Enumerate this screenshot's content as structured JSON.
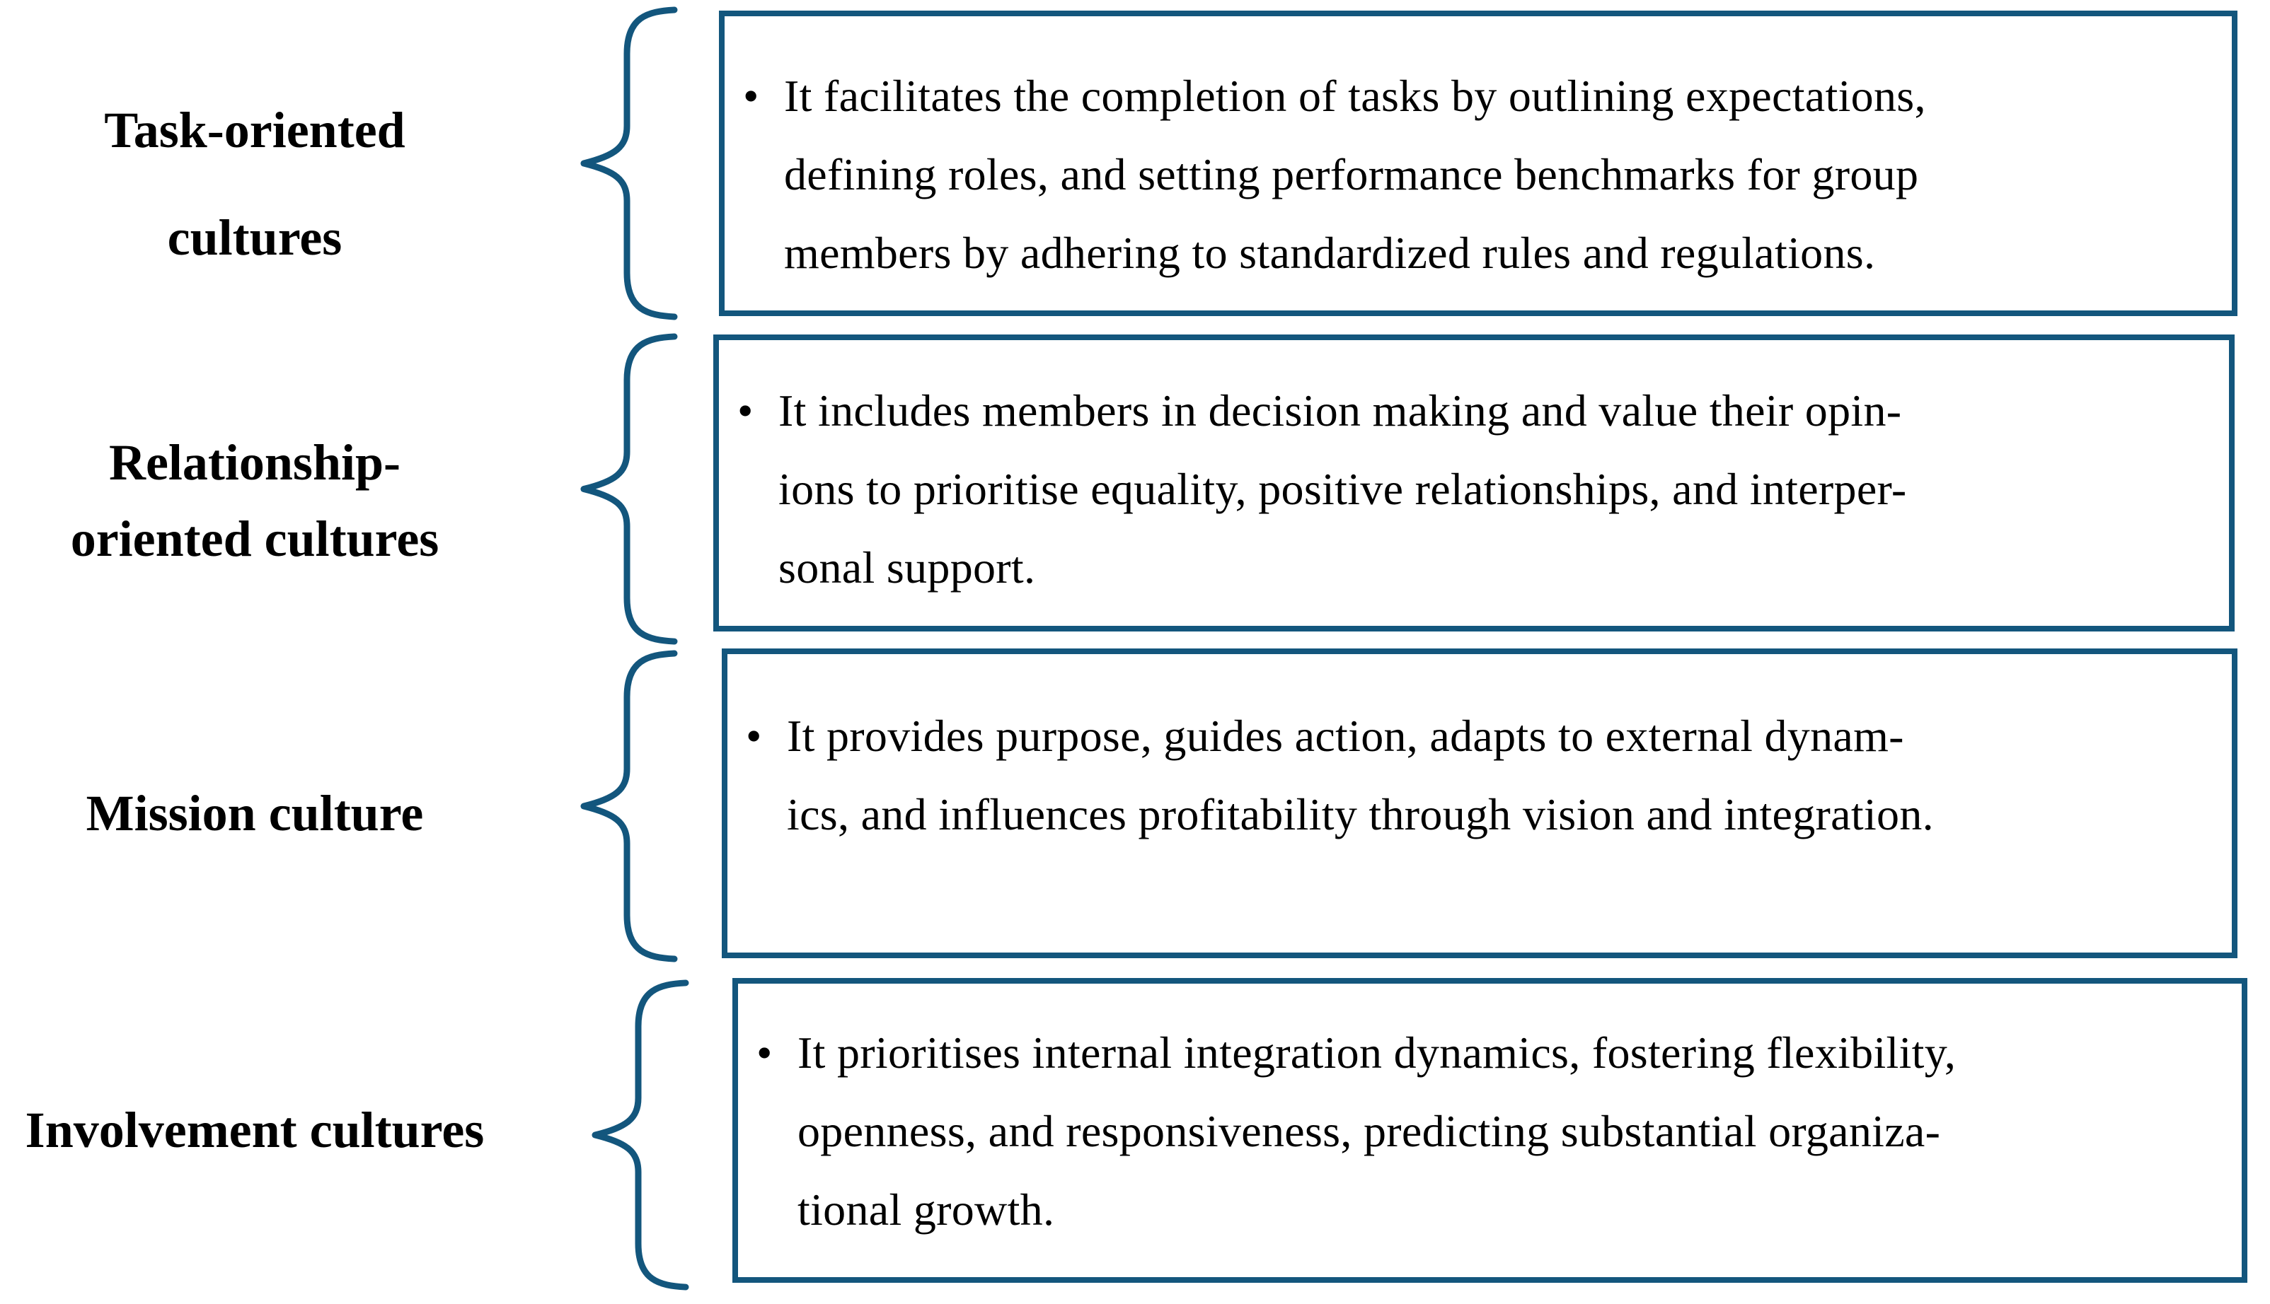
{
  "figure": {
    "background_color": "#ffffff",
    "accent_color": "#13567d",
    "text_color": "#000000",
    "bullet_glyph": "•",
    "groups": [
      {
        "label_lines": [
          "Task-oriented",
          "cultures"
        ],
        "bullet_lines": [
          "It facilitates the completion of tasks by outlining expectations,",
          "defining roles, and setting performance benchmarks for group",
          "members by adhering to standardized rules and regulations."
        ]
      },
      {
        "label_lines": [
          "Relationship-",
          "oriented cultures"
        ],
        "bullet_lines": [
          "It includes members in decision making and value their opin-",
          "ions to prioritise equality, positive relationships, and interper-",
          "sonal support."
        ]
      },
      {
        "label_lines": [
          "Mission culture"
        ],
        "bullet_lines": [
          "It provides purpose, guides action, adapts to external dynam-",
          "ics, and influences profitability through vision and integration."
        ]
      },
      {
        "label_lines": [
          "Involvement cultures"
        ],
        "bullet_lines": [
          "It prioritises internal integration dynamics, fostering flexibility,",
          "openness, and responsiveness, predicting substantial organiza-",
          "tional growth."
        ]
      }
    ]
  }
}
